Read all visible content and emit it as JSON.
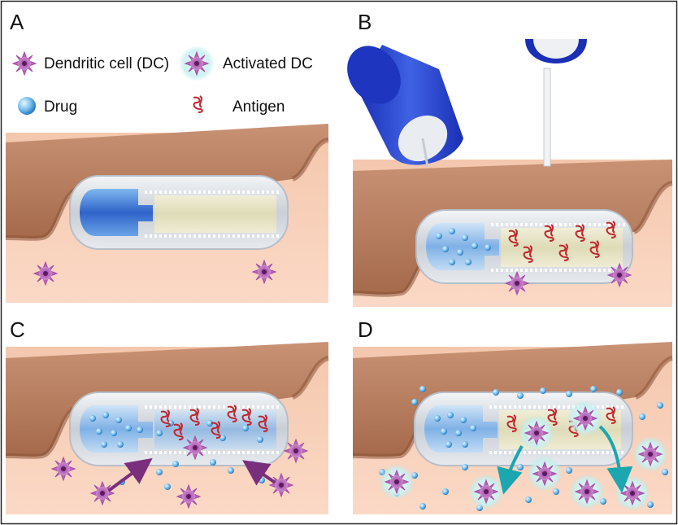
{
  "panels": [
    {
      "letter": "A"
    },
    {
      "letter": "B"
    },
    {
      "letter": "C"
    },
    {
      "letter": "D"
    }
  ],
  "legend": {
    "dendritic_cell": "Dendritic cell (DC)",
    "activated_dc": "Activated DC",
    "drug": "Drug",
    "antigen": "Antigen"
  },
  "colors": {
    "skin_surface": "#b07a5a",
    "skin_dark": "#8a5236",
    "tissue": "#f7cdb4",
    "dc_purple": "#a54aa6",
    "drug_blue": "#3a82d6",
    "antigen_red": "#c0262c",
    "arrow_teal": "#1ba6b0",
    "arrow_purple": "#7a2f7d",
    "applicator_blue": "#2340c8"
  }
}
